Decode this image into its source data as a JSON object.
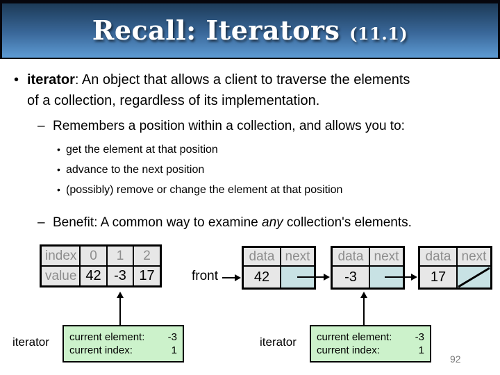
{
  "slide": {
    "title": "Recall: Iterators",
    "title_suffix": "(11.1)",
    "page_number": "92"
  },
  "content": {
    "bullet1_term": "iterator",
    "bullet1_rest": ": An object that allows a client to traverse the elements of a collection, regardless of its implementation.",
    "dash1": "Remembers a position within a collection, and allows you to:",
    "sub_bullets": [
      "get the element at that position",
      "advance to the next position",
      "(possibly) remove or change the element at that position"
    ],
    "dash2_prefix": "Benefit: A common way to examine ",
    "dash2_italic": "any",
    "dash2_suffix": " collection's elements."
  },
  "array_diagram": {
    "index_label": "index",
    "value_label": "value",
    "indices": [
      "0",
      "1",
      "2"
    ],
    "values": [
      "42",
      "-3",
      "17"
    ]
  },
  "list_diagram": {
    "front_label": "front",
    "data_header": "data",
    "next_header": "next",
    "nodes": [
      {
        "data": "42"
      },
      {
        "data": "-3"
      },
      {
        "data": "17"
      }
    ]
  },
  "iterator_box": {
    "label": "iterator",
    "line1_label": "current element:",
    "line1_value": "-3",
    "line2_label": "current index:",
    "line2_value": "1"
  },
  "colors": {
    "header_gradient_top": "#1c3a57",
    "header_gradient_bottom": "#5d9bd3",
    "cell_gray": "#e7e7e7",
    "next_cell_cyan": "#c8e2e4",
    "iterator_green": "#ccf2cb",
    "muted_text": "#8d8d8d",
    "page_number_gray": "#7b7b7b"
  }
}
